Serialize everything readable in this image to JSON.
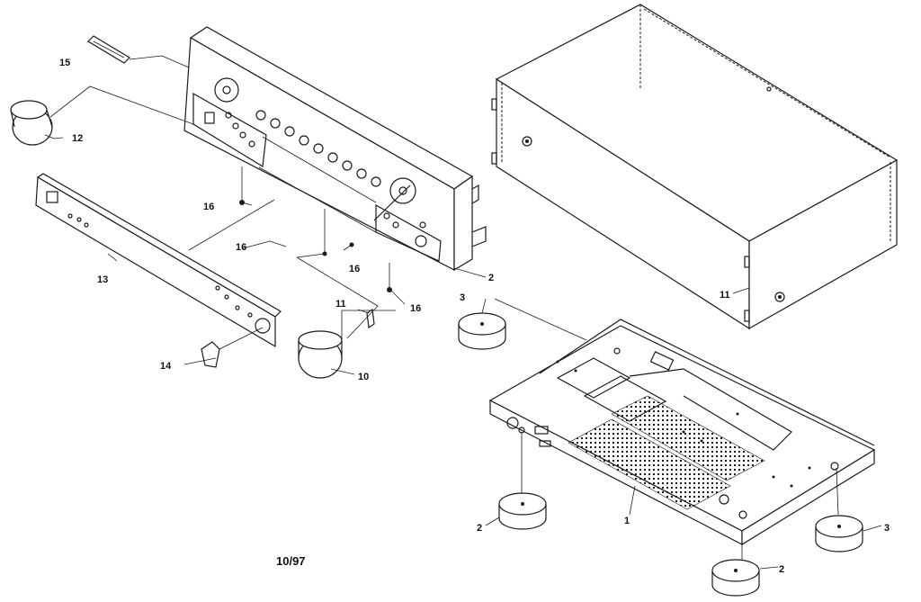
{
  "callouts": {
    "c1": "1",
    "c2a": "2",
    "c2b": "2",
    "c2c": "2",
    "c3a": "3",
    "c3b": "3",
    "c10": "10",
    "c11a": "11",
    "c11b": "11",
    "c12": "12",
    "c13": "13",
    "c14": "14",
    "c15": "15",
    "c16a": "16",
    "c16b": "16",
    "c16c": "16",
    "c16d": "16"
  },
  "footer": {
    "date_code": "10/97"
  }
}
